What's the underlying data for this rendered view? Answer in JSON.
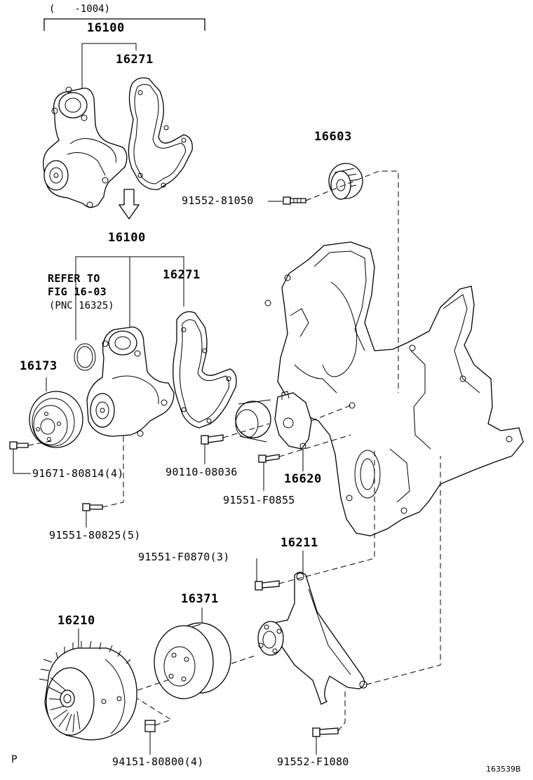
{
  "labels": {
    "date_range": "(　　-1004)",
    "top_water_pump_assy": "16100",
    "top_gasket": "16271",
    "idler_pulley": "16603",
    "idler_bolt": "91552-81050",
    "mid_water_pump_assy": "16100",
    "refer_line1": "REFER TO",
    "refer_line2": "FIG 16-03",
    "refer_line3": "(PNC 16325)",
    "mid_gasket": "16271",
    "pump_pulley": "16173",
    "pulley_bolt": "91671-80814(4)",
    "tensioner_bolt": "90110-08036",
    "tensioner": "16620",
    "tensioner_stud": "91551-F0855",
    "pump_bolt": "91551-80825(5)",
    "bracket": "16211",
    "bracket_bolt": "91551-F0870(3)",
    "fan_pulley": "16371",
    "fluid_coupling": "16210",
    "coupling_nut": "94151-80800(4)",
    "bracket_bottom_bolt": "91552-F1080",
    "corner_letter": "P",
    "figure_id": "163539B"
  }
}
